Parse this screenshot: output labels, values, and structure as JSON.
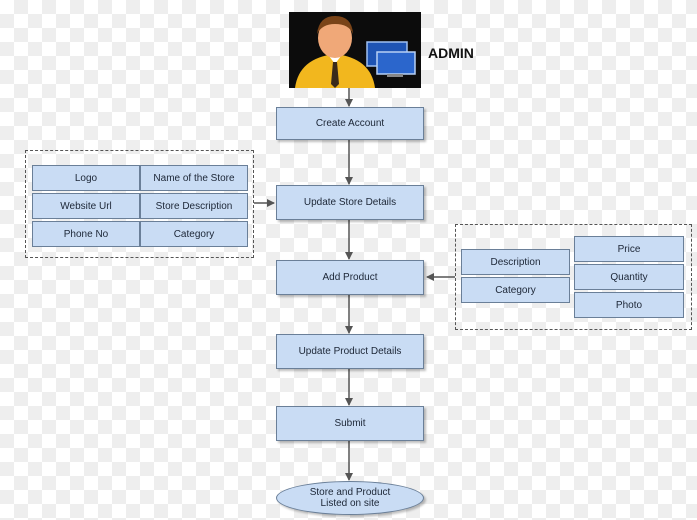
{
  "admin_label": "ADMIN",
  "flow": {
    "create_account": "Create Account",
    "update_store_details": "Update Store Details",
    "add_product": "Add  Product",
    "update_product_details": "Update Product Details",
    "submit": "Submit",
    "end": "Store and Product Listed on site"
  },
  "store_fields": [
    "Logo",
    "Name of the Store",
    "Website Url",
    "Store Description",
    "Phone No",
    "Category"
  ],
  "product_fields_left": [
    "Description",
    "Category"
  ],
  "product_fields_right": [
    "Price",
    "Quantity",
    "Photo"
  ],
  "colors": {
    "box_fill": "#c9dcf4",
    "box_border": "#6a7f98",
    "arrow": "#555555"
  },
  "icons": {
    "admin": "admin-user-with-computer-icon"
  }
}
